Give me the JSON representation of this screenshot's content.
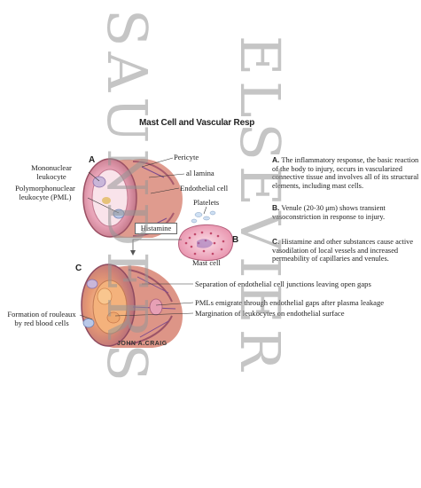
{
  "title": "Mast Cell and Vascular Resp",
  "panels": {
    "a": "A",
    "b": "B",
    "c": "C"
  },
  "labels": {
    "pericyte": "Pericyte",
    "basal_lamina": "al lamina",
    "endothelial_cell": "Endothelial cell",
    "mononuclear_1": "Mononuclear",
    "mononuclear_2": "leukocyte",
    "pml_1": "Polymorphonuclear",
    "pml_2": "leukocyte (PML)",
    "platelets": "Platelets",
    "histamine": "Histamine",
    "mast_cell": "Mast cell",
    "separation": "Separation of endothelial cell junctions leaving open gaps",
    "pmls_emigrate": "PMLs emigrate through endothelial gaps after plasma leakage",
    "margination": "Margination of leukocytes on endothelial surface",
    "rouleaux_1": "Formation of rouleaux",
    "rouleaux_2": "by red blood cells"
  },
  "descriptions": {
    "a_letter": "A.",
    "a_text": "The inflammatory response, the basic reaction of the body to injury, occurs in vascularized connective tissue and involves all of its structural elements, including mast cells.",
    "b_letter": "B.",
    "b_text": "Venule (20-30 μm) shows transient vasoconstriction in response to injury.",
    "c_letter": "C.",
    "c_text": "Histamine and other substances cause active vasodilation of local vessels and increased permeability of capillaries and venules."
  },
  "signature": "JOHN A.CRAIG",
  "watermark": {
    "left": "SAUNDERS",
    "right": "ELSEVIER"
  },
  "colors": {
    "vessel_outer": "#d98a7a",
    "lumen": "#f3b8c6",
    "cell_pink": "#e9a1b7",
    "nucleus": "#c9b6d9",
    "blood": "#e88a3c",
    "watermark": "#999999"
  }
}
